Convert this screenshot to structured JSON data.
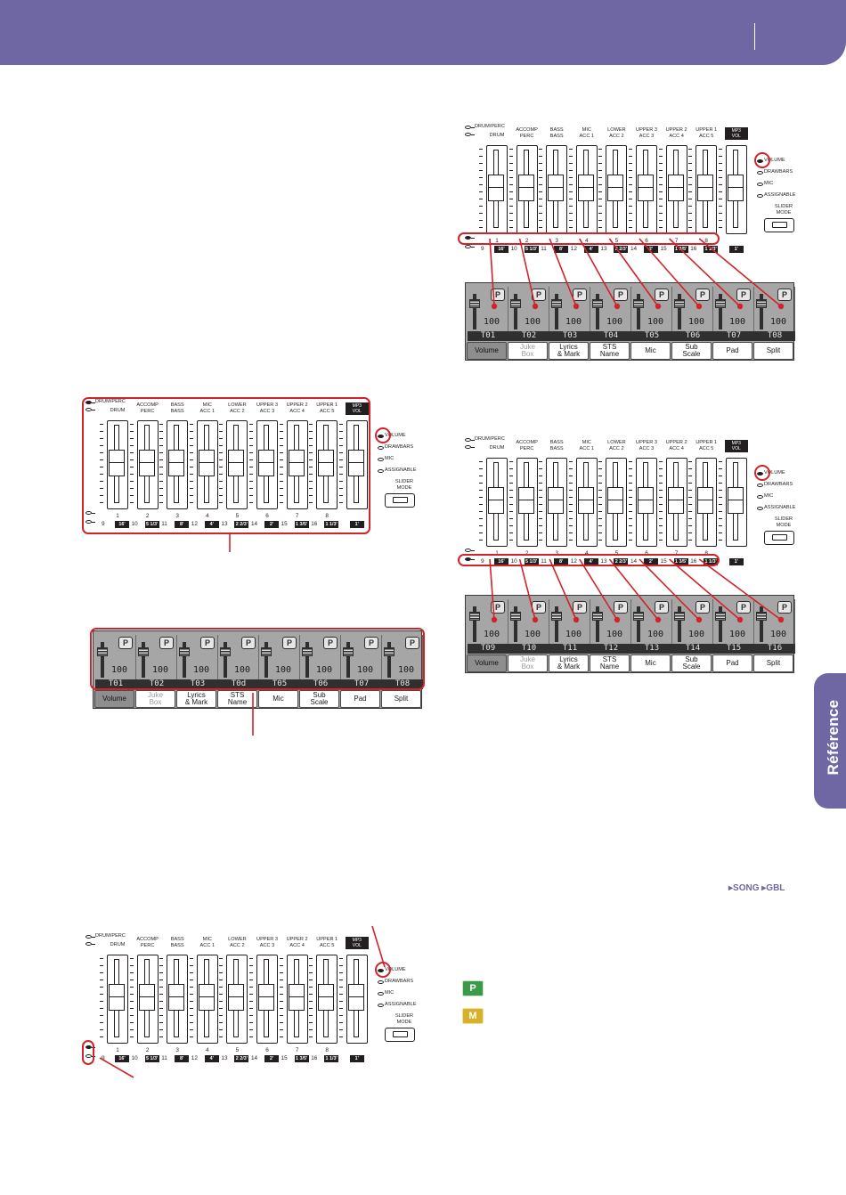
{
  "side_tab": {
    "label": "Référence"
  },
  "breadcrumb": {
    "items": [
      "SONG",
      "GBL"
    ]
  },
  "hardware": {
    "group_labels": [
      "DRUM/PERC"
    ],
    "channels": [
      {
        "name": "DRUM",
        "num": "1",
        "sub": "9",
        "foot": "16'"
      },
      {
        "name": "ACCOMP\nPERC",
        "num": "2",
        "sub": "10",
        "foot": "5 1/3'"
      },
      {
        "name": "BASS\nBASS",
        "num": "3",
        "sub": "11",
        "foot": "8'"
      },
      {
        "name": "MIC\nACC 1",
        "num": "4",
        "sub": "12",
        "foot": "4'"
      },
      {
        "name": "LOWER\nACC 2",
        "num": "5",
        "sub": "13",
        "foot": "2 2/3'"
      },
      {
        "name": "UPPER 3\nACC 3",
        "num": "6",
        "sub": "14",
        "foot": "2'"
      },
      {
        "name": "UPPER 2\nACC 4",
        "num": "7",
        "sub": "15",
        "foot": "1 3/5'"
      },
      {
        "name": "UPPER 1\nACC 5",
        "num": "8",
        "sub": "16",
        "foot": "1 1/3'"
      },
      {
        "name": "MP3\nVOL",
        "num": "",
        "sub": "",
        "foot": "1'"
      }
    ],
    "modes": [
      "VOLUME",
      "DRAWBARS",
      "MIC",
      "ASSIGNABLE"
    ],
    "slider_mode": "SLIDER\nMODE"
  },
  "lcd_value": "100",
  "lcd_p": "P",
  "lcd_tabs": [
    "Volume",
    "Juke\nBox",
    "Lyrics\n& Mark",
    "STS\nName",
    "Mic",
    "Sub\nScale",
    "Pad",
    "Split"
  ],
  "tracks_a": [
    "T01",
    "T02",
    "T03",
    "T04",
    "T05",
    "T06",
    "T07",
    "T08"
  ],
  "tracks_a_left": [
    "T01",
    "T02",
    "T03",
    "T0d",
    "T05",
    "T06",
    "T07",
    "T08"
  ],
  "tracks_b": [
    "T09",
    "T10",
    "T11",
    "T12",
    "T13",
    "T14",
    "T15",
    "T16"
  ],
  "icons": {
    "p_label": "P",
    "m_label": "M"
  },
  "colors": {
    "header": "#6f67a3",
    "highlight": "#d2232a",
    "p_icon": "#3a9a4a",
    "m_icon": "#d8b12c"
  }
}
